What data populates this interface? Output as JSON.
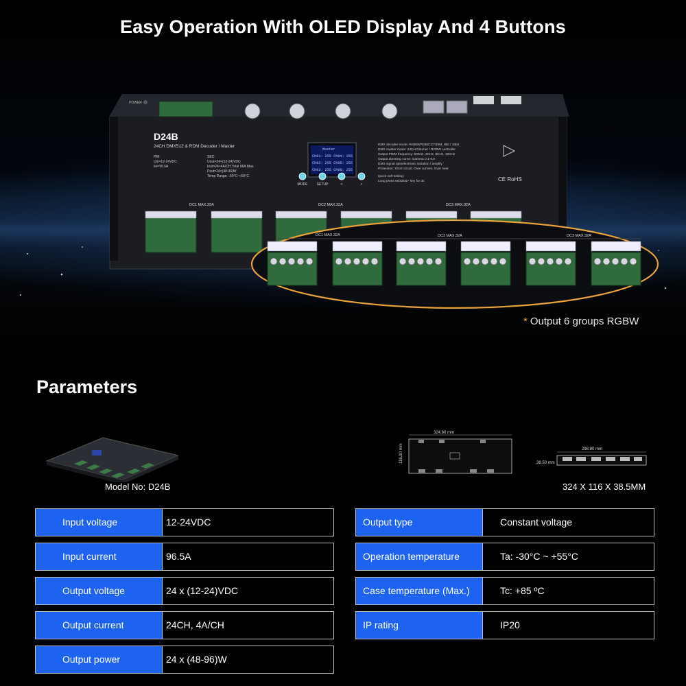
{
  "header": {
    "title": "Easy Operation With OLED Display And 4 Buttons"
  },
  "device": {
    "name": "D24B",
    "subtitle": "24CH DMX512 & RDM Decoder / Master",
    "power_label": "POWER",
    "spec_pri": [
      "PRI:",
      "Uin=12-24VDC",
      "Iin=96.5A"
    ],
    "spec_sec": [
      "SEC:",
      "Uout=24×(12-24)VDC",
      "Iout=24×4A/CH,Total 96A Max.",
      "Pout=24×(48-96)W",
      "Temp Range: -30°C~+55°C"
    ],
    "features": [
      "DMX decoder mode: RGBW/RGB/CCT/DIM, 8bit / 16bit",
      "DMX master mode: 24CH Dimmer / RGBW controller",
      "Output PWM frequency: 500Hz, 2KHz, 8KHz, 16KHz",
      "Output dimming curve: Gamma 0.1-9.9",
      "DMX signal optoelectronic isolation / amplify",
      "Protection: Short circuit, Over current, Over heat",
      "Quick self-testing:",
      "Long press MODE&+ key for 3s"
    ],
    "oled_lines": [
      "Master",
      "Ch01: 255 Ch04: 255",
      "Ch02: 255 Ch05: 255",
      "Ch03: 255 Ch06: 255"
    ],
    "buttons": [
      "MODE",
      "SETUP",
      "<",
      ">"
    ],
    "groups": [
      "DC1 MAX.32A",
      "DC2 MAX.32A",
      "DC3 MAX.32A"
    ],
    "zoom_group": "DC2 MAX.32A",
    "zoom_group_left": "DC1 MAX.32A",
    "zoom_group_right": "DC3 MAX.32A",
    "cert": "CE RoHS"
  },
  "output_caption": {
    "star": "*",
    "text": "Output 6 groups RGBW"
  },
  "parameters": {
    "title": "Parameters",
    "model_label": "Model No: D24B",
    "dims_label": "324 X 116 X 38.5MM",
    "drawing": {
      "width": "324.80 mm",
      "height": "116.00 mm",
      "side_width": "298.80 mm",
      "side_height": "38.50 mm"
    },
    "left": [
      {
        "label": "Input voltage",
        "value": "12-24VDC"
      },
      {
        "label": "Input current",
        "value": "96.5A"
      },
      {
        "label": "Output voltage",
        "value": "24 x (12-24)VDC"
      },
      {
        "label": "Output current",
        "value": "24CH, 4A/CH"
      },
      {
        "label": "Output power",
        "value": "24 x (48-96)W"
      }
    ],
    "right": [
      {
        "label": "Output type",
        "value": "Constant voltage"
      },
      {
        "label": "Operation temperature",
        "value": "Ta: -30°C ~ +55°C"
      },
      {
        "label": "Case temperature (Max.)",
        "value": "Tc: +85 ºC"
      },
      {
        "label": "IP rating",
        "value": "IP20"
      }
    ]
  },
  "colors": {
    "accent": "#1e63f0",
    "highlight": "#e9a23b",
    "terminal": "#2f6b3c"
  }
}
